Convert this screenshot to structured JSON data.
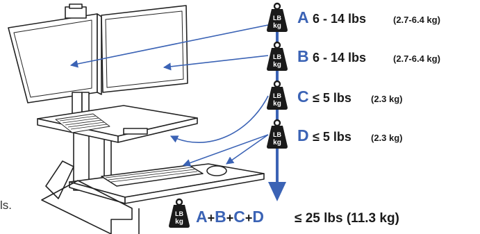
{
  "cutoff_text": "ls.",
  "weight_icon_text": {
    "top": "LB",
    "bottom": "kg"
  },
  "loads": [
    {
      "letter": "A",
      "range": "6 - 14 lbs",
      "metric": "(2.7-6.4 kg)"
    },
    {
      "letter": "B",
      "range": "6 - 14 lbs",
      "metric": "(2.7-6.4 kg)"
    },
    {
      "letter": "C",
      "range": "≤ 5 lbs",
      "metric": "(2.3 kg)"
    },
    {
      "letter": "D",
      "range": "≤ 5 lbs",
      "metric": "(2.3 kg)"
    }
  ],
  "total": {
    "letters": [
      "A",
      "B",
      "C",
      "D"
    ],
    "plus": "+",
    "range": "≤ 25 lbs (11.3 kg)"
  },
  "colors": {
    "accent": "#3b63b5",
    "ink": "#1a1a1a",
    "line": "#222222"
  }
}
